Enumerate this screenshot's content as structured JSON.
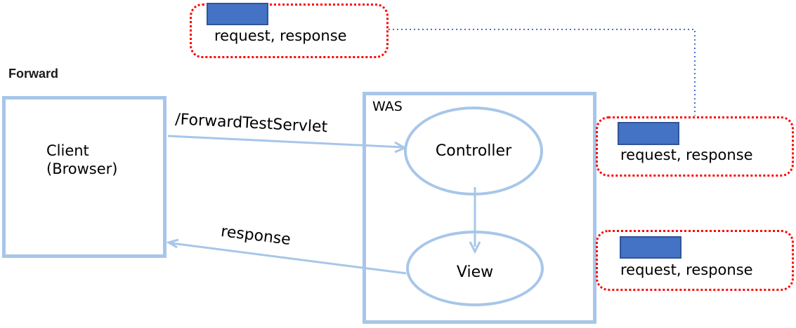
{
  "diagram": {
    "title": "Forward",
    "client": {
      "line1": "Client",
      "line2": "(Browser)"
    },
    "was": {
      "label": "WAS",
      "controller_label": "Controller",
      "view_label": "View"
    },
    "arrows": {
      "forward_request_label": "/ForwardTestServlet",
      "response_label": "response"
    },
    "callouts": {
      "top": {
        "label": "request, response"
      },
      "middle": {
        "label": "request, response"
      },
      "bottom": {
        "label": "request, response"
      }
    },
    "colors": {
      "shape_border": "#A7C6E9",
      "arrow": "#A7C6E9",
      "object_fill": "#4472C4",
      "object_stroke": "#2F5597",
      "callout_border": "#FF0000",
      "connector_line": "#4472C4",
      "text": "#000000"
    }
  }
}
